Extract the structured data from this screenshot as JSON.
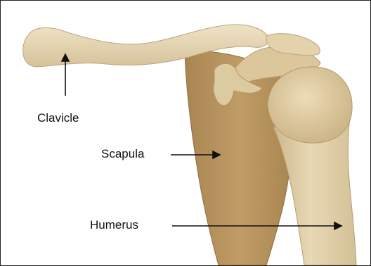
{
  "labels": {
    "clavicle": "Clavicle",
    "scapula": "Scapula",
    "humerus": "Humerus"
  },
  "colors": {
    "bone_light": "#e6d6b2",
    "bone_shadow": "#c9b58a",
    "scapula_body": "#b89460",
    "scapula_dark": "#9c7a48",
    "humerus_light": "#e2d0a8",
    "arrow": "#111111",
    "border": "#222222"
  }
}
